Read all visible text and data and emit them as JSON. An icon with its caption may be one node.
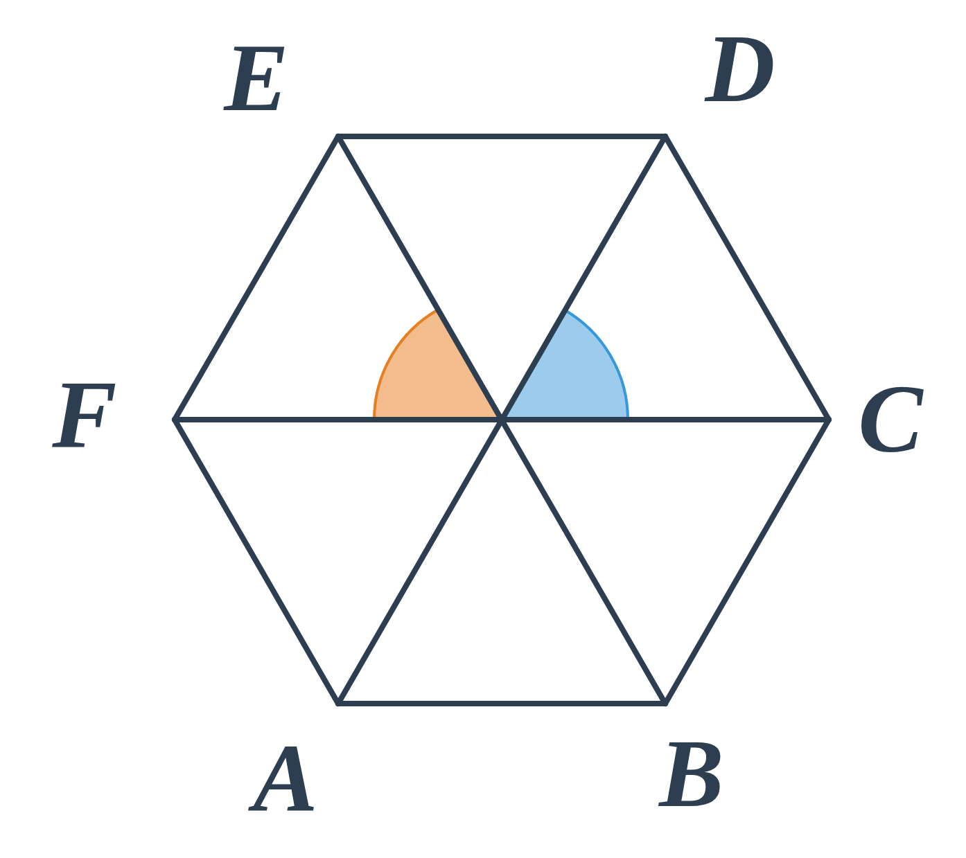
{
  "diagram": {
    "labels": [
      "E",
      "D",
      "F",
      "C",
      "A",
      "B"
    ]
  }
}
